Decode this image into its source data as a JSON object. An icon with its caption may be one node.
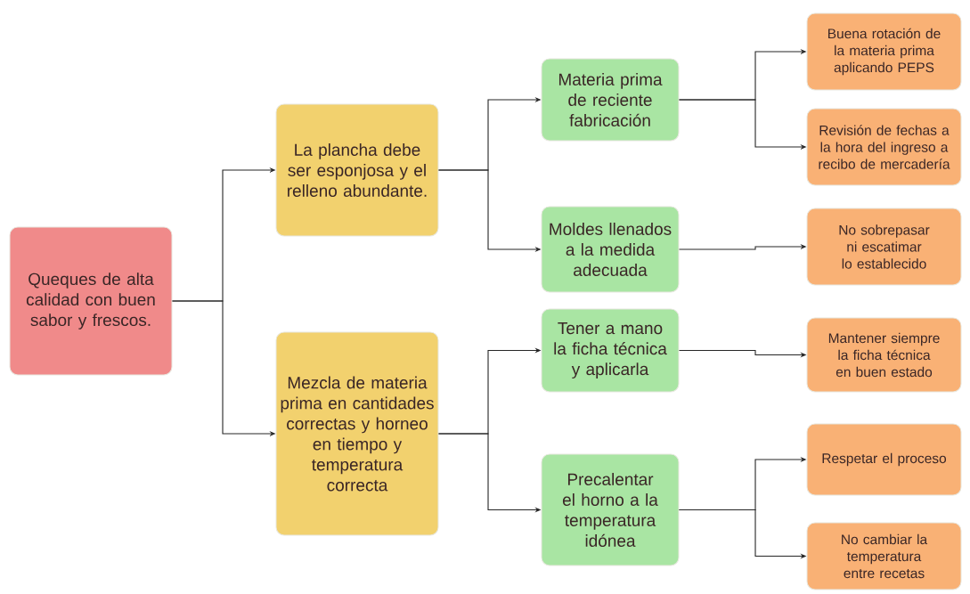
{
  "diagram": {
    "nodes": [
      {
        "text": [
          "Queques de alta calidad con buen sabor y frescos."
        ]
      },
      {
        "text": [
          "La plancha debe ser esponjosa y el relleno abundante."
        ]
      },
      {
        "text": [
          "Mezcla de materia prima en cantidades correctas y horneo en tiempo y temperatura correcta"
        ]
      },
      {
        "text": [
          "Materia prima de reciente fabricación"
        ]
      },
      {
        "text": [
          "Moldes llenados a la medida adecuada"
        ]
      },
      {
        "text": [
          "Tener a mano la ficha técnica y aplicarla"
        ]
      },
      {
        "text": [
          "Precalentar el horno a la temperatura idónea"
        ]
      },
      {
        "text": [
          "Buena rotación de la materia prima aplicando PEPS"
        ]
      },
      {
        "text": [
          "Revisión de fechas a la hora del ingreso a recibo de mercadería"
        ]
      },
      {
        "text": [
          "No sobrepasar ni escatimar lo establecido"
        ]
      },
      {
        "text": [
          "Mantener siempre la ficha técnica en buen estado"
        ]
      },
      {
        "text": [
          "Respetar el proceso"
        ]
      },
      {
        "text": [
          "No cambiar la temperatura entre recetas"
        ]
      }
    ],
    "edges": [
      {
        "from": 0,
        "to": 1,
        "arrow": "to"
      },
      {
        "from": 0,
        "to": 2,
        "arrow": "to"
      },
      {
        "from": 1,
        "to": 3,
        "arrow": "to"
      },
      {
        "from": 1,
        "to": 4,
        "arrow": "to"
      },
      {
        "from": 2,
        "to": 5,
        "arrow": "to"
      },
      {
        "from": 2,
        "to": 6,
        "arrow": "to"
      },
      {
        "from": 3,
        "to": 7,
        "arrow": "to"
      },
      {
        "from": 3,
        "to": 8,
        "arrow": "to"
      },
      {
        "from": 4,
        "to": 9,
        "arrow": "to"
      },
      {
        "from": 5,
        "to": 10,
        "arrow": "to"
      },
      {
        "from": 6,
        "to": 11,
        "arrow": "to"
      },
      {
        "from": 6,
        "to": 12,
        "arrow": "to"
      }
    ]
  }
}
